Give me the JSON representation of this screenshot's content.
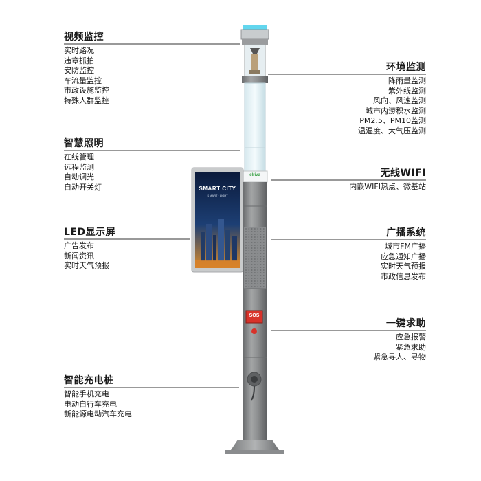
{
  "features": {
    "video": {
      "title": "视频监控",
      "items": [
        "实时路况",
        "违章抓拍",
        "安防监控",
        "车流量监控",
        "市政设施监控",
        "特殊人群监控"
      ]
    },
    "lighting": {
      "title": "智慧照明",
      "items": [
        "在线管理",
        "远程监测",
        "自动调光",
        "自动开关灯"
      ]
    },
    "led": {
      "title": "LED显示屏",
      "items": [
        "广告发布",
        "新闻资讯",
        "实时天气预报"
      ]
    },
    "charging": {
      "title": "智能充电桩",
      "items": [
        "智能手机充电",
        "电动自行车充电",
        "新能源电动汽车充电"
      ]
    },
    "environment": {
      "title": "环境监测",
      "items": [
        "降雨量监测",
        "紫外线监测",
        "风向、风速监测",
        "城市内涝积水监测",
        "PM2.5、PM10监测",
        "温湿度、大气压监测"
      ]
    },
    "wifi": {
      "title": "无线WIFI",
      "items": [
        "内嵌WIFI热点、微基站"
      ]
    },
    "broadcast": {
      "title": "广播系统",
      "items": [
        "城市FM广播",
        "应急通知广播",
        "实时天气预报",
        "市政信息发布"
      ]
    },
    "sos": {
      "title": "一键求助",
      "items": [
        "应急报警",
        "紧急求助",
        "紧急寻人、寻物"
      ]
    }
  },
  "billboard": {
    "headline": "SMART CITY",
    "subline": "S MART · LIGHT"
  },
  "pole_badge": "elriva",
  "sos_badge": "SOS",
  "colors": {
    "pole": "#8b8d8e",
    "pole_dark": "#6f7173",
    "light_top": "#62d6ee",
    "sos_red": "#d8322a",
    "badge_green": "#2f9b3c"
  }
}
